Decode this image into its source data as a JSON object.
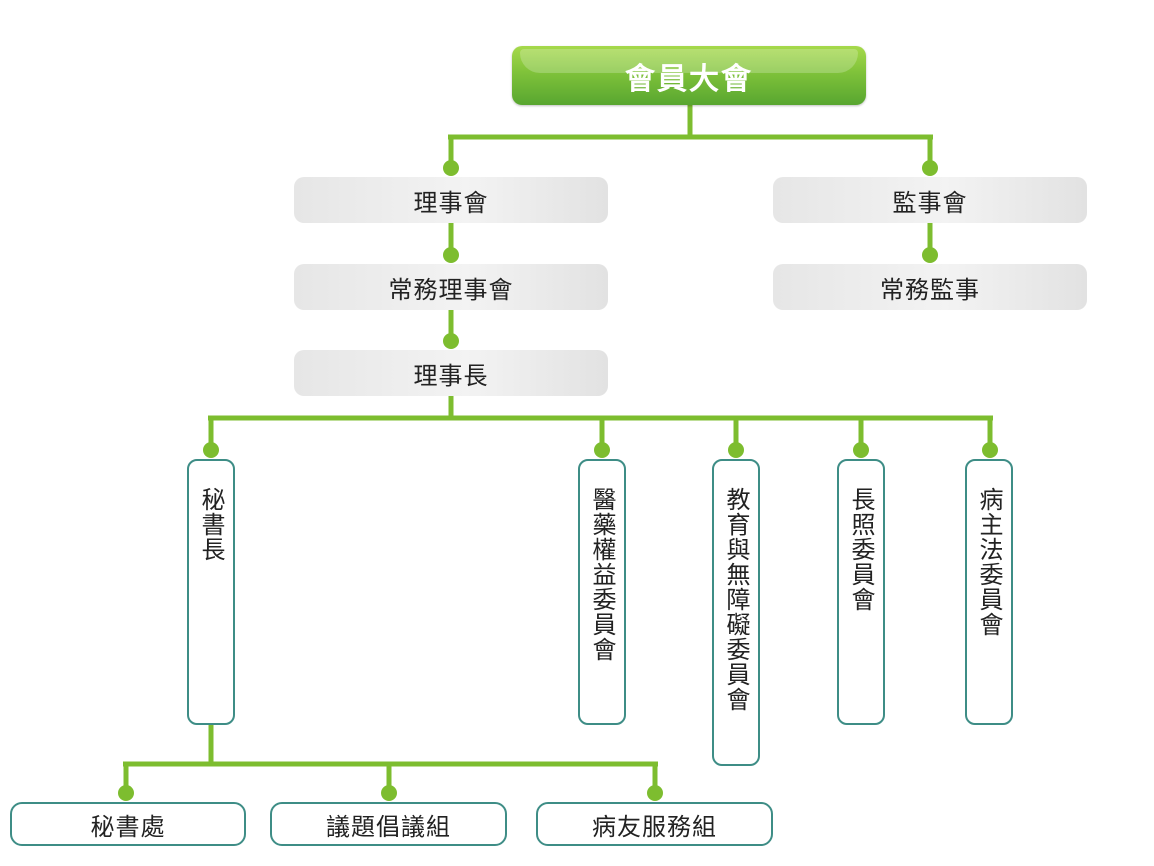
{
  "chart": {
    "root": "會員大會",
    "board": {
      "label": "理事會",
      "standing": "常務理事會",
      "chair": "理事長"
    },
    "supervisors": {
      "label": "監事會",
      "standing": "常務監事"
    },
    "secretary_general": "秘書長",
    "committees": [
      "醫藥權益委員會",
      "教育與無障礙委員會",
      "長照委員會",
      "病主法委員會"
    ],
    "secretariat_units": [
      "秘書處",
      "議題倡議組",
      "病友服務組"
    ]
  },
  "colors": {
    "connector": "#7dbd2f",
    "root_start": "#a6d94b",
    "root_end": "#58a630",
    "box_border": "#3e8d86",
    "grey_box": "#ececec"
  }
}
